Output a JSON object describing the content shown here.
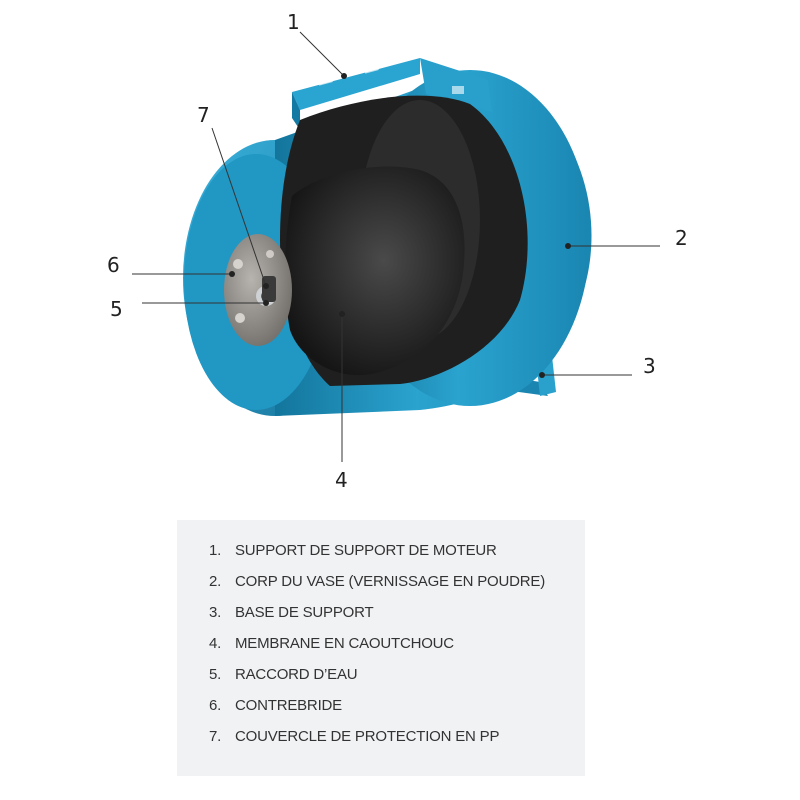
{
  "colors": {
    "tank_body": "#1f93bf",
    "tank_highlight": "#3bb2dc",
    "tank_shadow": "#116a8e",
    "membrane": "#2a2a2a",
    "flange": "#8c8883",
    "legend_bg": "#f1f2f4",
    "text": "#222222"
  },
  "diagram": {
    "callouts": [
      {
        "id": "1",
        "number": "1"
      },
      {
        "id": "2",
        "number": "2"
      },
      {
        "id": "3",
        "number": "3"
      },
      {
        "id": "4",
        "number": "4"
      },
      {
        "id": "5",
        "number": "5"
      },
      {
        "id": "6",
        "number": "6"
      },
      {
        "id": "7",
        "number": "7"
      }
    ]
  },
  "legend": {
    "items": [
      {
        "number": "1.",
        "label": "SUPPORT DE SUPPORT DE MOTEUR"
      },
      {
        "number": "2.",
        "label": "CORP DU VASE (VERNISSAGE EN POUDRE)"
      },
      {
        "number": "3.",
        "label": "BASE DE SUPPORT"
      },
      {
        "number": "4.",
        "label": "MEMBRANE EN CAOUTCHOUC"
      },
      {
        "number": "5.",
        "label": "RACCORD D’EAU"
      },
      {
        "number": "6.",
        "label": "CONTREBRIDE"
      },
      {
        "number": "7.",
        "label": "COUVERCLE DE PROTECTION EN PP"
      }
    ]
  }
}
